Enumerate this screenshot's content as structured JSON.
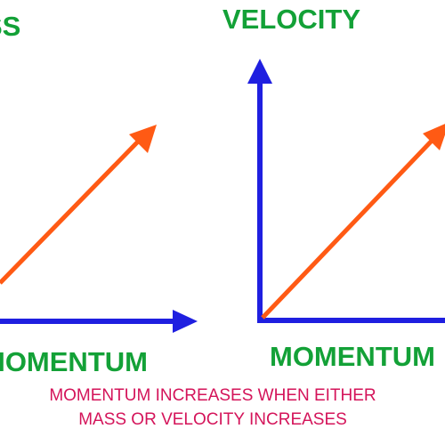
{
  "diagram": {
    "left_panel": {
      "y_axis_label_partial": "SS",
      "x_axis_label": "MOMENTUM"
    },
    "right_panel": {
      "y_axis_label": "VELOCITY",
      "x_axis_label": "MOMENTUM"
    },
    "caption": {
      "line1": "MOMENTUM INCREASES WHEN EITHER",
      "line2": "MASS OR VELOCITY INCREASES"
    },
    "colors": {
      "axis": "#1f1fe0",
      "trend_arrow": "#ff5a14",
      "axis_label": "#13a137",
      "caption": "#d4145a"
    }
  }
}
